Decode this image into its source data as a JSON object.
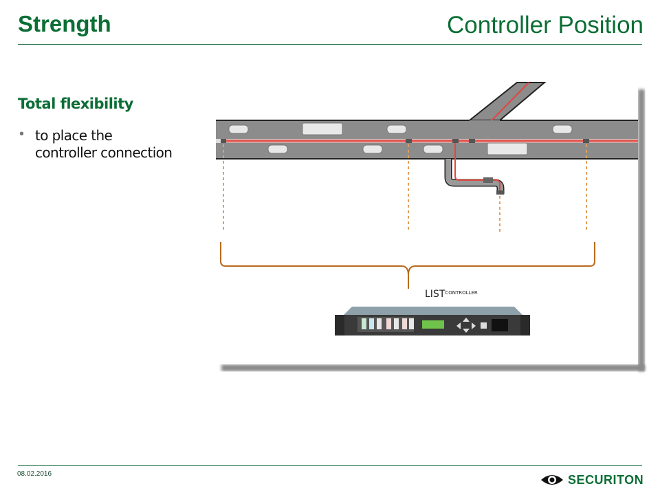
{
  "header": {
    "title": "Strength",
    "section": "Controller Position"
  },
  "content": {
    "subtitle": "Total flexibility",
    "bullets": [
      {
        "line1": "to place the",
        "line2": "controller connection"
      }
    ]
  },
  "diagram": {
    "controller_label_main": "LIST",
    "controller_label_sup": "CONTROLLER",
    "colors": {
      "road": "#8c8c8c",
      "cable": "#e0473f",
      "connector": "#555555",
      "dashed_link": "#e0a15e",
      "brace": "#b86a1c"
    }
  },
  "footer": {
    "date": "08.02.2016",
    "logo_text": "SECURITON",
    "logo_icon": "eye-icon"
  },
  "theme": {
    "accent": "#0b6e35"
  }
}
